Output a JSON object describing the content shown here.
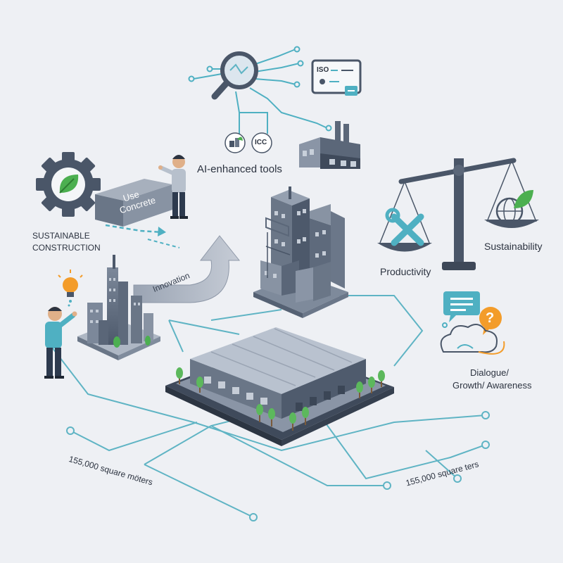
{
  "labels": {
    "ai_tools": "AI-enhanced tools",
    "sustainable_construction_line1": "SUSTAINABLE",
    "sustainable_construction_line2": "CONSTRUCTION",
    "productivity": "Productivity",
    "sustainability": "Sustainability",
    "dialogue_line1": "Dialogue/",
    "dialogue_line2": "Growth/ Awareness",
    "area_left": "155,000 square möters",
    "area_right": "155,000 square ters"
  },
  "tags": {
    "concrete_line1": "Use",
    "concrete_line2": "Concrete",
    "innovation": "Innovation",
    "iso": "ISO",
    "icc": "ICC"
  },
  "colors": {
    "background": "#eef0f4",
    "slate": "#4a5668",
    "teal": "#4fb0c2",
    "green": "#4caf50",
    "orange": "#f39c2a"
  },
  "icons": [
    "magnifier-icon",
    "iso-certificate-icon",
    "factory-icon",
    "gear-leaf-icon",
    "balance-scale-icon",
    "wrench-icon",
    "globe-leaf-icon",
    "lightbulb-icon",
    "chat-bubble-icon",
    "question-bubble-icon",
    "cloud-icon"
  ]
}
